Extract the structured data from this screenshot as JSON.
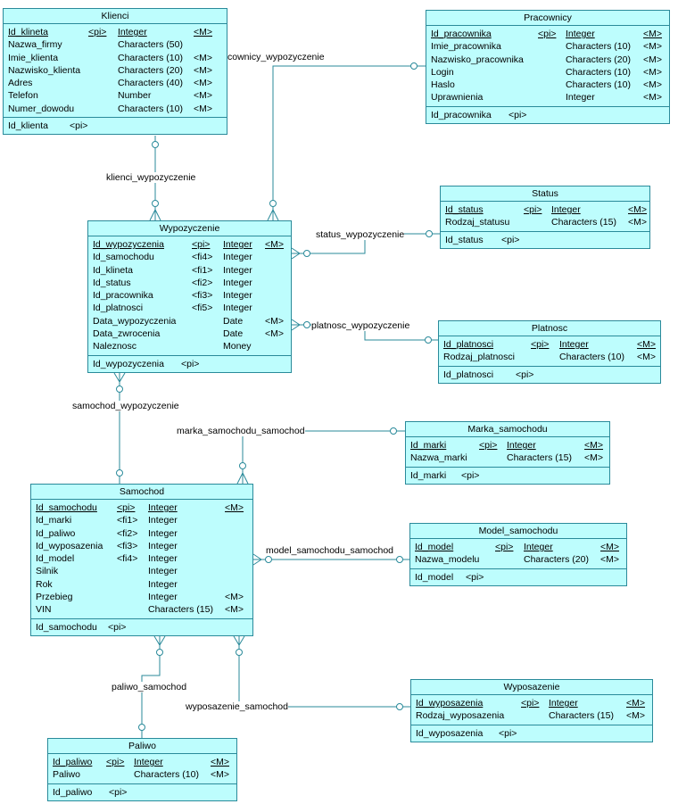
{
  "entities": {
    "klienci": {
      "title": "Klienci",
      "attributes": [
        {
          "name": "Id_klineta",
          "tag": "<pi>",
          "type": "Integer",
          "mand": "<M>"
        },
        {
          "name": "Nazwa_firmy",
          "tag": "",
          "type": "Characters (50)",
          "mand": ""
        },
        {
          "name": "Imie_klienta",
          "tag": "",
          "type": "Characters (10)",
          "mand": "<M>"
        },
        {
          "name": "Nazwisko_klienta",
          "tag": "",
          "type": "Characters (20)",
          "mand": "<M>"
        },
        {
          "name": "Adres",
          "tag": "",
          "type": "Characters (40)",
          "mand": "<M>"
        },
        {
          "name": "Telefon",
          "tag": "",
          "type": "Number",
          "mand": "<M>"
        },
        {
          "name": "Numer_dowodu",
          "tag": "",
          "type": "Characters (10)",
          "mand": "<M>"
        }
      ],
      "keys": [
        {
          "name": "Id_klienta",
          "tag": "<pi>"
        }
      ]
    },
    "pracownicy": {
      "title": "Pracownicy",
      "attributes": [
        {
          "name": "Id_pracownika",
          "tag": "<pi>",
          "type": "Integer",
          "mand": "<M>"
        },
        {
          "name": "Imie_pracownika",
          "tag": "",
          "type": "Characters (10)",
          "mand": "<M>"
        },
        {
          "name": "Nazwisko_pracownika",
          "tag": "",
          "type": "Characters (20)",
          "mand": "<M>"
        },
        {
          "name": "Login",
          "tag": "",
          "type": "Characters (10)",
          "mand": "<M>"
        },
        {
          "name": "Haslo",
          "tag": "",
          "type": "Characters (10)",
          "mand": "<M>"
        },
        {
          "name": "Uprawnienia",
          "tag": "",
          "type": "Integer",
          "mand": "<M>"
        }
      ],
      "keys": [
        {
          "name": "Id_pracownika",
          "tag": "<pi>"
        }
      ]
    },
    "status": {
      "title": "Status",
      "attributes": [
        {
          "name": "Id_status",
          "tag": "<pi>",
          "type": "Integer",
          "mand": "<M>"
        },
        {
          "name": "Rodzaj_statusu",
          "tag": "",
          "type": "Characters (15)",
          "mand": "<M>"
        }
      ],
      "keys": [
        {
          "name": "Id_status",
          "tag": "<pi>"
        }
      ]
    },
    "wypozyczenie": {
      "title": "Wypozyczenie",
      "attributes": [
        {
          "name": "Id_wypozyczenia",
          "tag": "<pi>",
          "type": "Integer",
          "mand": "<M>"
        },
        {
          "name": "Id_samochodu",
          "tag": "<fi4>",
          "type": "Integer",
          "mand": ""
        },
        {
          "name": "Id_klineta",
          "tag": "<fi1>",
          "type": "Integer",
          "mand": ""
        },
        {
          "name": "Id_status",
          "tag": "<fi2>",
          "type": "Integer",
          "mand": ""
        },
        {
          "name": "Id_pracownika",
          "tag": "<fi3>",
          "type": "Integer",
          "mand": ""
        },
        {
          "name": "Id_platnosci",
          "tag": "<fi5>",
          "type": "Integer",
          "mand": ""
        },
        {
          "name": "Data_wypozyczenia",
          "tag": "",
          "type": "Date",
          "mand": "<M>"
        },
        {
          "name": "Data_zwrocenia",
          "tag": "",
          "type": "Date",
          "mand": "<M>"
        },
        {
          "name": "Naleznosc",
          "tag": "",
          "type": "Money",
          "mand": ""
        }
      ],
      "keys": [
        {
          "name": "Id_wypozyczenia",
          "tag": "<pi>"
        }
      ]
    },
    "platnosc": {
      "title": "Platnosc",
      "attributes": [
        {
          "name": "Id_platnosci",
          "tag": "<pi>",
          "type": "Integer",
          "mand": "<M>"
        },
        {
          "name": "Rodzaj_platnosci",
          "tag": "",
          "type": "Characters (10)",
          "mand": "<M>"
        }
      ],
      "keys": [
        {
          "name": "Id_platnosci",
          "tag": "<pi>"
        }
      ]
    },
    "marka_samochodu": {
      "title": "Marka_samochodu",
      "attributes": [
        {
          "name": "Id_marki",
          "tag": "<pi>",
          "type": "Integer",
          "mand": "<M>"
        },
        {
          "name": "Nazwa_marki",
          "tag": "",
          "type": "Characters (15)",
          "mand": "<M>"
        }
      ],
      "keys": [
        {
          "name": "Id_marki",
          "tag": "<pi>"
        }
      ]
    },
    "samochod": {
      "title": "Samochod",
      "attributes": [
        {
          "name": "Id_samochodu",
          "tag": "<pi>",
          "type": "Integer",
          "mand": "<M>"
        },
        {
          "name": "Id_marki",
          "tag": "<fi1>",
          "type": "Integer",
          "mand": ""
        },
        {
          "name": "Id_paliwo",
          "tag": "<fi2>",
          "type": "Integer",
          "mand": ""
        },
        {
          "name": "Id_wyposazenia",
          "tag": "<fi3>",
          "type": "Integer",
          "mand": ""
        },
        {
          "name": "Id_model",
          "tag": "<fi4>",
          "type": "Integer",
          "mand": ""
        },
        {
          "name": "Silnik",
          "tag": "",
          "type": "Integer",
          "mand": ""
        },
        {
          "name": "Rok",
          "tag": "",
          "type": "Integer",
          "mand": ""
        },
        {
          "name": "Przebieg",
          "tag": "",
          "type": "Integer",
          "mand": "<M>"
        },
        {
          "name": "VIN",
          "tag": "",
          "type": "Characters (15)",
          "mand": "<M>"
        }
      ],
      "keys": [
        {
          "name": "Id_samochodu",
          "tag": "<pi>"
        }
      ]
    },
    "model_samochodu": {
      "title": "Model_samochodu",
      "attributes": [
        {
          "name": "Id_model",
          "tag": "<pi>",
          "type": "Integer",
          "mand": "<M>"
        },
        {
          "name": "Nazwa_modelu",
          "tag": "",
          "type": "Characters (20)",
          "mand": "<M>"
        }
      ],
      "keys": [
        {
          "name": "Id_model",
          "tag": "<pi>"
        }
      ]
    },
    "wyposazenie": {
      "title": "Wyposazenie",
      "attributes": [
        {
          "name": "Id_wyposazenia",
          "tag": "<pi>",
          "type": "Integer",
          "mand": "<M>"
        },
        {
          "name": "Rodzaj_wyposazenia",
          "tag": "",
          "type": "Characters (15)",
          "mand": "<M>"
        }
      ],
      "keys": [
        {
          "name": "Id_wyposazenia",
          "tag": "<pi>"
        }
      ]
    },
    "paliwo": {
      "title": "Paliwo",
      "attributes": [
        {
          "name": "Id_paliwo",
          "tag": "<pi>",
          "type": "Integer",
          "mand": "<M>"
        },
        {
          "name": "Paliwo",
          "tag": "",
          "type": "Characters (10)",
          "mand": "<M>"
        }
      ],
      "keys": [
        {
          "name": "Id_paliwo",
          "tag": "<pi>"
        }
      ]
    }
  },
  "relationships": {
    "klienci_wypozyczenie": "klienci_wypozyczenie",
    "pracownicy_wypozyczenie": "cownicy_wypozyczenie",
    "status_wypozyczenie": "status_wypozyczenie",
    "platnosc_wypozyczenie": "platnosc_wypozyczenie",
    "samochod_wypozyczenie": "samochod_wypozyczenie",
    "marka_samochodu_samochod": "marka_samochodu_samochod",
    "model_samochodu_samochod": "model_samochodu_samochod",
    "paliwo_samochod": "paliwo_samochod",
    "wyposazenie_samochod": "wyposazenie_samochod"
  },
  "colors": {
    "entity_fill": "#bdfdfd",
    "entity_border": "#2a8a9a",
    "line": "#2a8a9a"
  }
}
